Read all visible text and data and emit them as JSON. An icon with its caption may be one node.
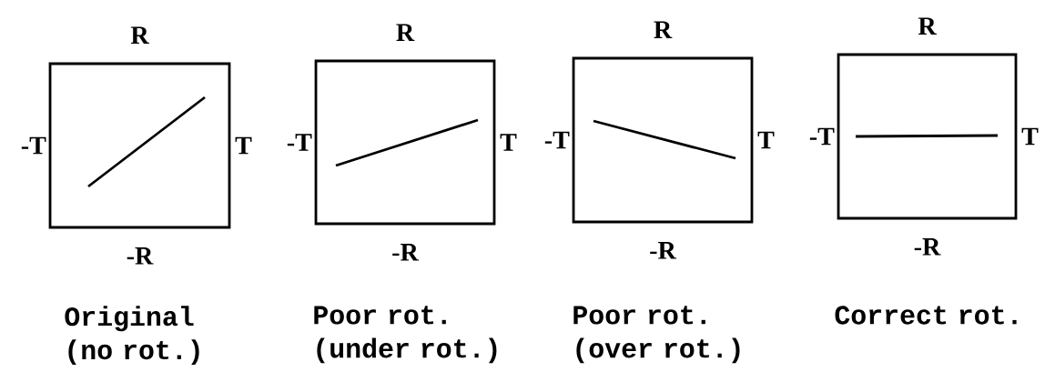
{
  "diagram": {
    "nodes": [
      {
        "text": [],
        "shape": "box",
        "beside": [
          "R",
          "-T",
          "T",
          "-R",
          "Original (no rot.)"
        ]
      },
      {
        "text": [],
        "shape": "box",
        "beside": [
          "R",
          "-T",
          "T",
          "-R",
          "Poor rot. (under rot.)"
        ]
      },
      {
        "text": [],
        "shape": "box",
        "beside": [
          "R",
          "-T",
          "T",
          "-R",
          "Poor rot. (over rot.)"
        ]
      },
      {
        "text": [],
        "shape": "box",
        "beside": [
          "R",
          "-T",
          "T",
          "-R",
          "Correct rot."
        ]
      }
    ]
  }
}
